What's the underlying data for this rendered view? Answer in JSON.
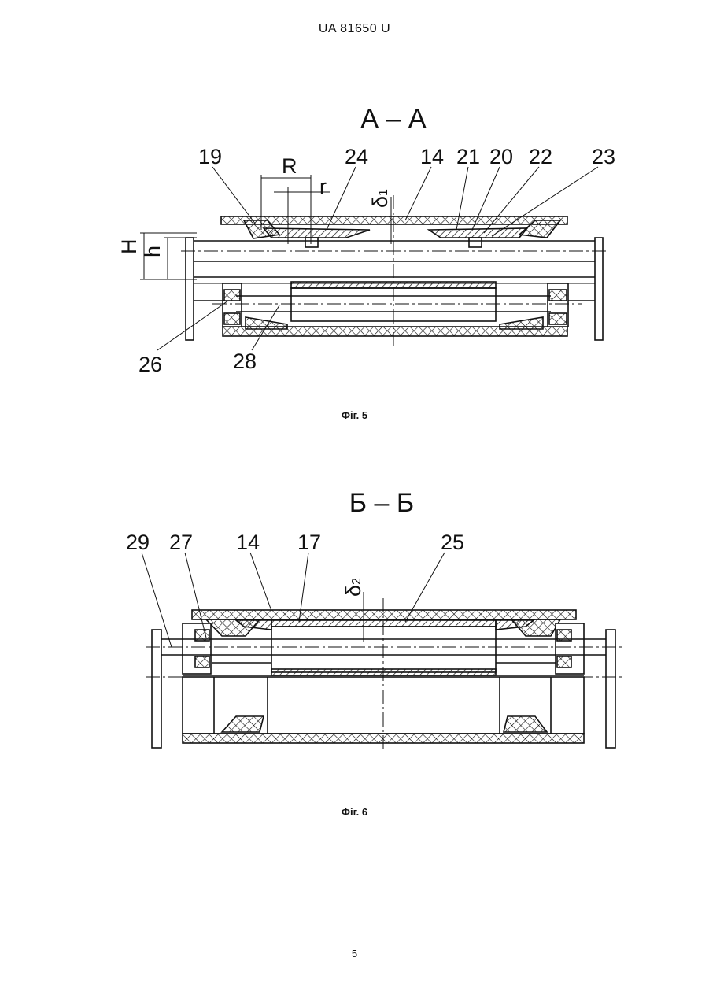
{
  "page": {
    "header": "UA   81650   U",
    "page_number": "5"
  },
  "figure5": {
    "section_title": "А – А",
    "caption": "Фіг. 5",
    "labels": {
      "l19": "19",
      "l24": "24",
      "l14": "14",
      "l21": "21",
      "l20": "20",
      "l22": "22",
      "l23": "23",
      "R": "R",
      "r": "r",
      "delta": "δ",
      "delta_sub": "1",
      "H": "H",
      "h": "h",
      "l26": "26",
      "l28": "28"
    }
  },
  "figure6": {
    "section_title": "Б – Б",
    "caption": "Фіг. 6",
    "labels": {
      "l29": "29",
      "l27": "27",
      "l14": "14",
      "l17": "17",
      "l25": "25",
      "delta": "δ",
      "delta_sub": "2"
    }
  }
}
